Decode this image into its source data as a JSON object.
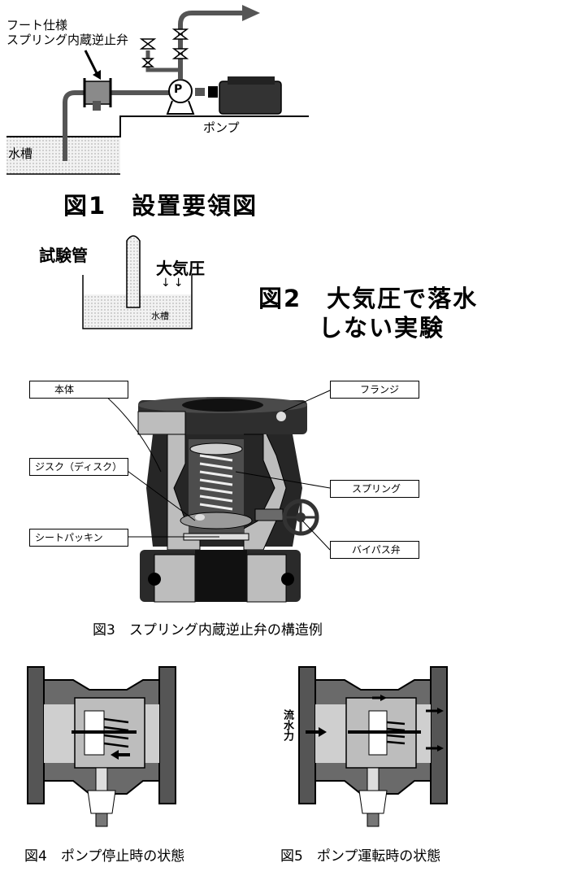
{
  "fig1": {
    "label_foot_line1": "フート仕様",
    "label_foot_line2": "スプリング内蔵逆止弁",
    "label_pump": "ポンプ",
    "label_tank": "水槽",
    "pump_symbol": "P",
    "caption": "図1　設置要領図"
  },
  "fig2": {
    "label_tube": "試験管",
    "label_atm": "大気圧",
    "arrows": "↓↓",
    "label_tank": "水槽",
    "caption_line1": "図2　大気圧で落水",
    "caption_line2": "しない実験"
  },
  "fig3": {
    "labels": {
      "body": "本体",
      "disc": "ジスク（ディスク）",
      "seat": "シートパッキン",
      "flange": "フランジ",
      "spring": "スプリング",
      "bypass": "バイパス弁"
    },
    "caption": "図3　スプリング内蔵逆止弁の構造例"
  },
  "fig4": {
    "caption": "図4　ポンプ停止時の状態"
  },
  "fig5": {
    "label_flow": "流水力",
    "caption": "図5　ポンプ運転時の状態"
  },
  "colors": {
    "ink": "#000000",
    "water": "#e4e4e4",
    "metal": "#2a2a2a",
    "valve_body": "#5a5a5a",
    "valve_inner": "#c8c8c8"
  }
}
